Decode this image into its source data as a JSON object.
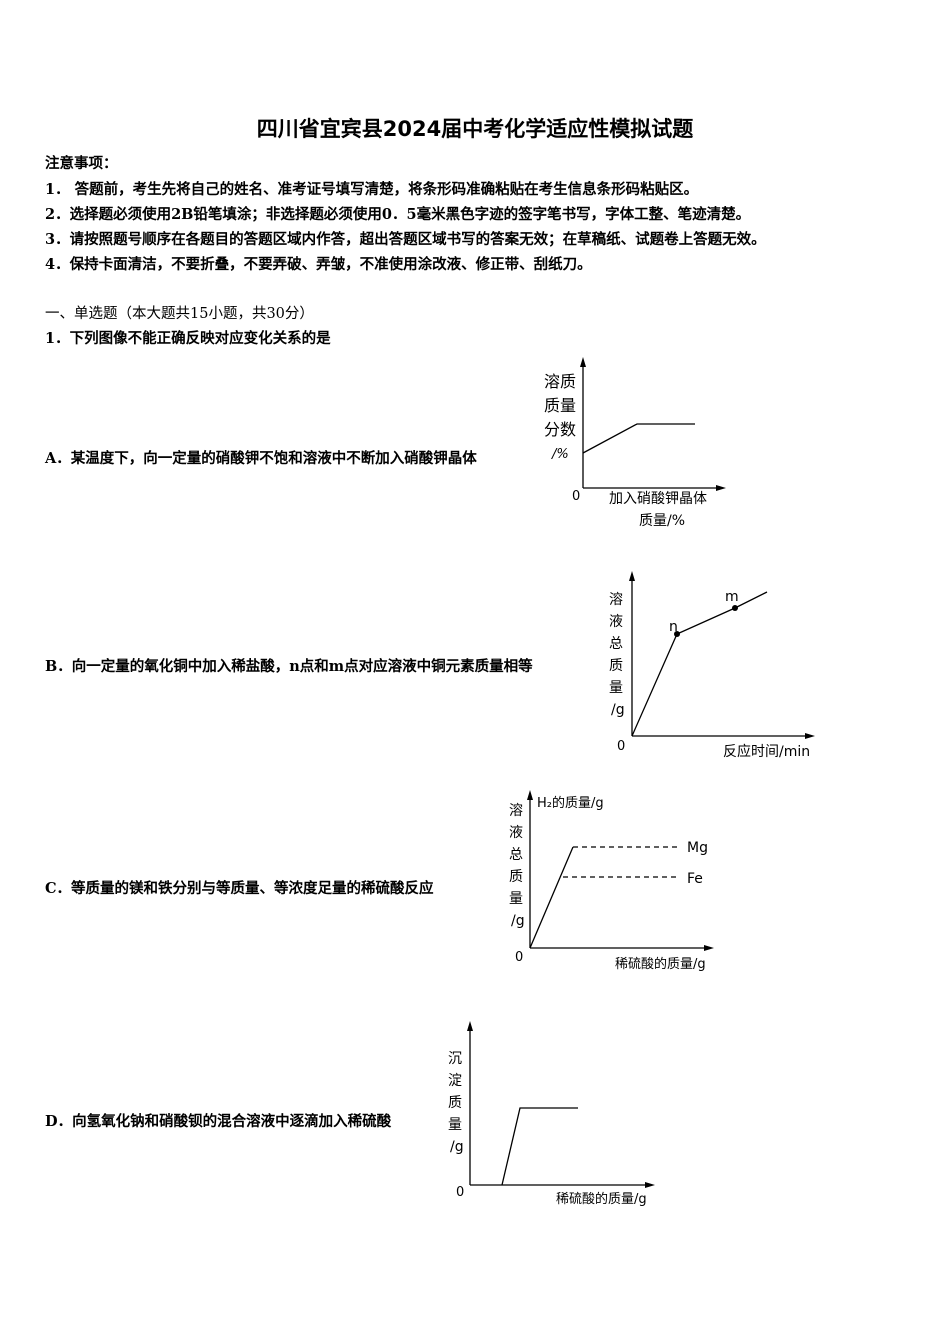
{
  "title": "四川省宜宾县2024届中考化学适应性模拟试题",
  "notice": {
    "heading": "注意事项：",
    "items": [
      "1．  答题前，考生先将自己的姓名、准考证号填写清楚，将条形码准确粘贴在考生信息条形码粘贴区。",
      "2．选择题必须使用2B铅笔填涂；非选择题必须使用0．5毫米黑色字迹的签字笔书写，字体工整、笔迹清楚。",
      "3．请按照题号顺序在各题目的答题区域内作答，超出答题区域书写的答案无效；在草稿纸、试题卷上答题无效。",
      "4．保持卡面清洁，不要折叠，不要弄破、弄皱，不准使用涂改液、修正带、刮纸刀。"
    ]
  },
  "section": "一、单选题（本大题共15小题，共30分）",
  "question": "1．下列图像不能正确反映对应变化关系的是",
  "options": [
    {
      "text": "A．某温度下，向一定量的硝酸钾不饱和溶液中不断加入硝酸钾晶体",
      "ylabel": [
        "溶质",
        "质量",
        "分数",
        "/%"
      ],
      "origin": "0",
      "xlabel": [
        "加入硝酸钾晶体",
        "质量/%"
      ]
    },
    {
      "text": "B．向一定量的氧化铜中加入稀盐酸，n点和m点对应溶液中铜元素质量相等",
      "ylabel": [
        "溶",
        "液",
        "总",
        "质",
        "量",
        "/g"
      ],
      "origin": "0",
      "xlabel": "反应时间/min",
      "points": [
        "n",
        "m"
      ]
    },
    {
      "text": "C．等质量的镁和铁分别与等质量、等浓度足量的稀硫酸反应",
      "ylabel": [
        "溶",
        "液",
        "总",
        "质",
        "量",
        "/g"
      ],
      "axis_title": "H₂的质量/g",
      "origin": "0",
      "xlabel": "稀硫酸的质量/g",
      "series": [
        "Mg",
        "Fe"
      ]
    },
    {
      "text": "D．向氢氧化钠和硝酸钡的混合溶液中逐滴加入稀硫酸",
      "ylabel": [
        "沉",
        "淀",
        "质",
        "量",
        "/g"
      ],
      "origin": "0",
      "xlabel": "稀硫酸的质量/g"
    }
  ]
}
